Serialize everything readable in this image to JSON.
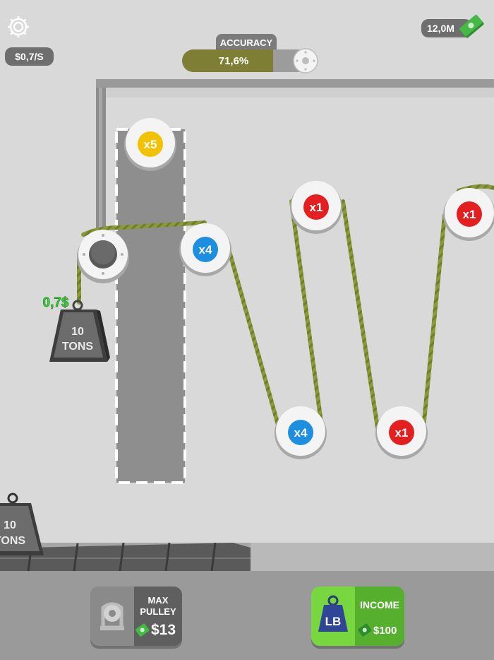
{
  "hud": {
    "income_rate": "$0,7/S",
    "money": "12,0M",
    "accuracy_label": "ACCURACY",
    "accuracy_value": "71,6%",
    "accuracy_fraction": 0.716
  },
  "weights": {
    "main_earning": "0,7$",
    "main_line1": "10",
    "main_line2": "TONS",
    "conveyor_line1": "10",
    "conveyor_line2": "TONS"
  },
  "pulleys": {
    "stored": "x5",
    "p1": "x4",
    "p2": "x4",
    "p3": "x1",
    "p4": "x1",
    "p5": "x1"
  },
  "colors": {
    "yellow": "#f2c200",
    "blue": "#1e8fe0",
    "red": "#e3201f",
    "rope": "#8a9a38",
    "income_green": "#56b02e"
  },
  "buttons": {
    "max_pulley": {
      "title_line1": "MAX",
      "title_line2": "PULLEY",
      "price": "$13"
    },
    "income": {
      "title": "INCOME",
      "icon_text": "LB",
      "price": "$100"
    }
  }
}
